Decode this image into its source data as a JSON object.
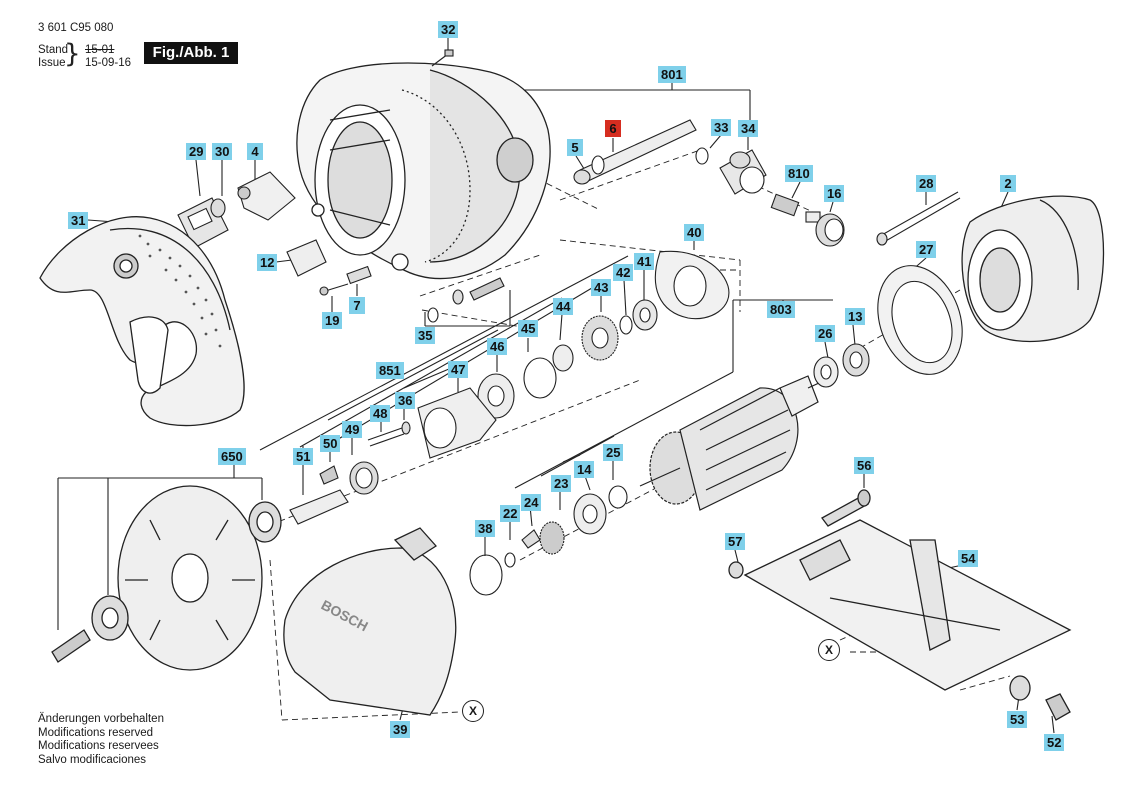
{
  "header": {
    "doc_number": "3 601 C95 080",
    "stand_label": "Stand",
    "issue_label": "Issue",
    "brace": "}",
    "stand_old_value": "15-01",
    "issue_value": "15-09-16",
    "figure_badge": "Fig./Abb. 1"
  },
  "footer_notes": [
    "Änderungen vorbehalten",
    "Modifications reserved",
    "Modifications reservees",
    "Salvo modificaciones"
  ],
  "cross_ref_marker": "X",
  "colors": {
    "label_bg": "#7fd0ea",
    "label_highlight_bg": "#d62d20",
    "line": "#222222"
  },
  "parts": {
    "p32": "32",
    "p801": "801",
    "p6": "6",
    "p5": "5",
    "p33": "33",
    "p34": "34",
    "p29": "29",
    "p30": "30",
    "p4": "4",
    "p810": "810",
    "p16": "16",
    "p28": "28",
    "p2": "2",
    "p31": "31",
    "p12": "12",
    "p27": "27",
    "p40": "40",
    "p7": "7",
    "p19": "19",
    "p35": "35",
    "p42": "42",
    "p41": "41",
    "p43": "43",
    "p44": "44",
    "p45": "45",
    "p46": "46",
    "p47": "47",
    "p803": "803",
    "p13": "13",
    "p26": "26",
    "p851": "851",
    "p48": "48",
    "p36": "36",
    "p49": "49",
    "p50": "50",
    "p51": "51",
    "p650": "650",
    "p25": "25",
    "p14": "14",
    "p23": "23",
    "p24": "24",
    "p22": "22",
    "p38": "38",
    "p56": "56",
    "p57": "57",
    "p54": "54",
    "p39": "39",
    "p53": "53",
    "p52": "52"
  }
}
